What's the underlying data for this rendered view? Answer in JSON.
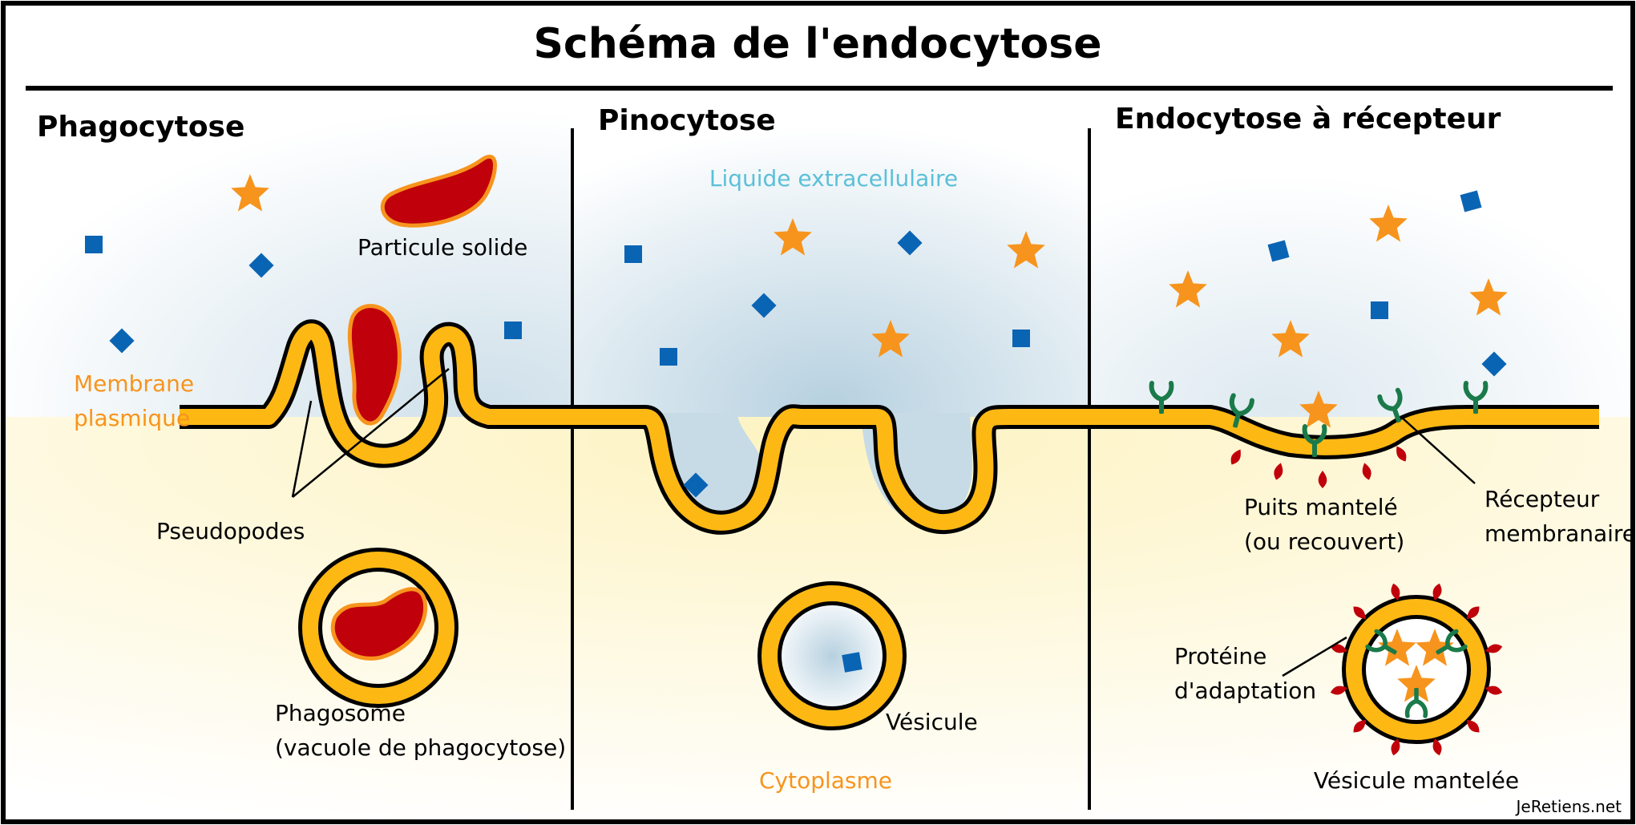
{
  "title": "Schéma de l'endocytose",
  "panels": {
    "phagocytose": "Phagocytose",
    "pinocytose": "Pinocytose",
    "endocytose_recepteur": "Endocytose à récepteur"
  },
  "labels": {
    "particule_solide": "Particule solide",
    "membrane_line1": "Membrane",
    "membrane_line2": "plasmique",
    "pseudopodes": "Pseudopodes",
    "phagosome_line1": "Phagosome",
    "phagosome_line2": "(vacuole de phagocytose)",
    "liquide_extracellulaire": "Liquide extracellulaire",
    "vesicule": "Vésicule",
    "cytoplasme": "Cytoplasme",
    "puits_line1": "Puits mantelé",
    "puits_line2": "(ou recouvert)",
    "recepteur_line1": "Récepteur",
    "recepteur_line2": "membranaire",
    "proteine_line1": "Protéine",
    "proteine_line2": "d'adaptation",
    "vesicule_mantelee": "Vésicule mantelée"
  },
  "credit": "JeRetiens.net",
  "colors": {
    "membrane_fill": "#fdb813",
    "outline": "#000000",
    "particle": "#c0000a",
    "particle_edge": "#f7941d",
    "star": "#f7941d",
    "square": "#0a64b4",
    "receptor": "#1a7a4a",
    "clathrin": "#c0000a",
    "extracellular_tint": "#cfe0ea",
    "cytoplasm_tint": "#fdf6cf"
  }
}
